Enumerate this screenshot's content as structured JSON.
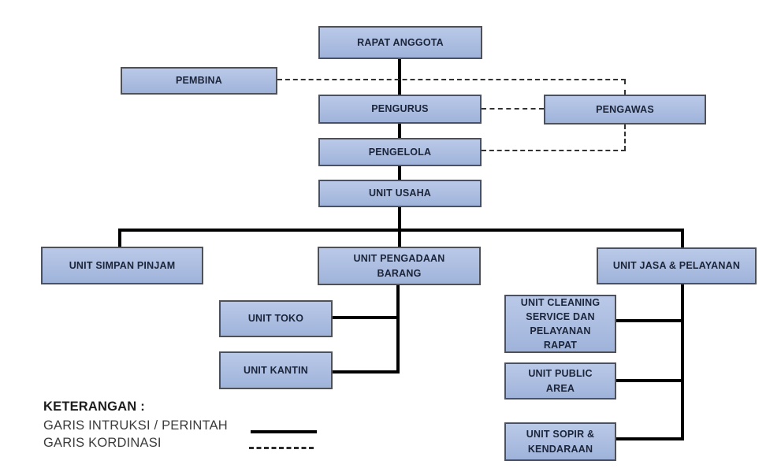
{
  "diagram": {
    "type": "org-chart",
    "nodes": {
      "rapat_anggota": {
        "label": "RAPAT ANGGOTA"
      },
      "pembina": {
        "label": "PEMBINA"
      },
      "pengurus": {
        "label": "PENGURUS"
      },
      "pengawas": {
        "label": "PENGAWAS"
      },
      "pengelola": {
        "label": "PENGELOLA"
      },
      "unit_usaha": {
        "label": "UNIT USAHA"
      },
      "unit_simpan_pinjam": {
        "label": "UNIT SIMPAN PINJAM"
      },
      "unit_pengadaan_barang": {
        "label": "UNIT PENGADAAN\nBARANG"
      },
      "unit_jasa_pelayanan": {
        "label": "UNIT JASA & PELAYANAN"
      },
      "unit_toko": {
        "label": "UNIT TOKO"
      },
      "unit_kantin": {
        "label": "UNIT KANTIN"
      },
      "unit_cleaning": {
        "label": "UNIT CLEANING\nSERVICE DAN\nPELAYANAN\nRAPAT"
      },
      "unit_public_area": {
        "label": "UNIT PUBLIC\nAREA"
      },
      "unit_sopir": {
        "label": "UNIT SOPIR &\nKENDARAAN"
      }
    },
    "edges": {
      "instruction_solid": [
        "rapat_anggota > pengurus",
        "pengurus > pengelola",
        "pengelola > unit_usaha",
        "unit_usaha > unit_simpan_pinjam",
        "unit_usaha > unit_pengadaan_barang",
        "unit_usaha > unit_jasa_pelayanan",
        "unit_pengadaan_barang > unit_toko",
        "unit_pengadaan_barang > unit_kantin",
        "unit_jasa_pelayanan > unit_cleaning",
        "unit_jasa_pelayanan > unit_public_area",
        "unit_jasa_pelayanan > unit_sopir"
      ],
      "coordination_dashed": [
        "pembina -- pengawas",
        "pengurus -- pengawas",
        "pengelola -- pengawas"
      ]
    },
    "legend": {
      "title": "KETERANGAN :",
      "items": [
        {
          "label": "GARIS INTRUKSI / PERINTAH",
          "style": "solid"
        },
        {
          "label": "GARIS KORDINASI",
          "style": "dashed"
        }
      ]
    },
    "colors": {
      "box_fill_top": "#bac9e8",
      "box_fill_bottom": "#9fb3da",
      "box_border": "#4c515c",
      "box_text": "#1b2438",
      "solid_line": "#000000",
      "dashed_line": "#333333",
      "background": "#ffffff"
    }
  }
}
